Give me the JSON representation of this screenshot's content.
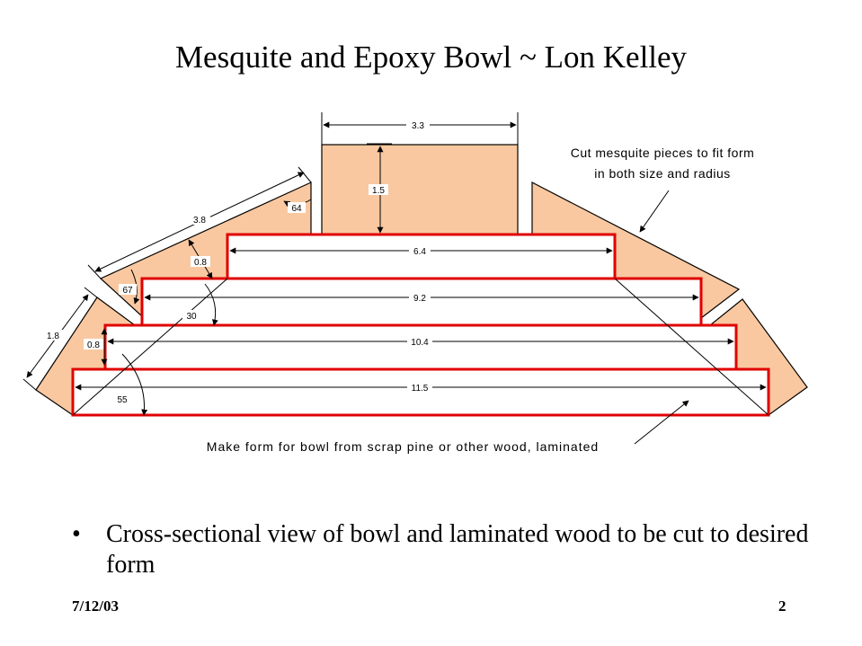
{
  "slide": {
    "title": "Mesquite and Epoxy Bowl ~ Lon Kelley",
    "bullet": "Cross-sectional view of bowl and laminated wood to be cut to desired form",
    "date": "7/12/03",
    "page_number": "2"
  },
  "diagram": {
    "colors": {
      "wood": "#f9c8a0",
      "form_outline": "#e00000",
      "dimension": "#000000"
    },
    "notes": {
      "mesquite_line1": "Cut mesquite pieces to fit form",
      "mesquite_line2": "in both size and radius",
      "form": "Make form for bowl from scrap  pine or other wood, laminated"
    },
    "form_layer_widths": [
      "6.4",
      "9.2",
      "10.4",
      "11.5"
    ],
    "dimensions": {
      "top_width": "3.3",
      "top_height": "1.5",
      "upper_segment_length": "3.8",
      "upper_segment_thickness": "0.8",
      "lower_segment_length": "1.8",
      "lower_segment_thickness": "0.8"
    },
    "angles": {
      "upper_top": "64",
      "upper_bottom": "67",
      "upper_rise": "30",
      "lower_rise": "55"
    }
  }
}
